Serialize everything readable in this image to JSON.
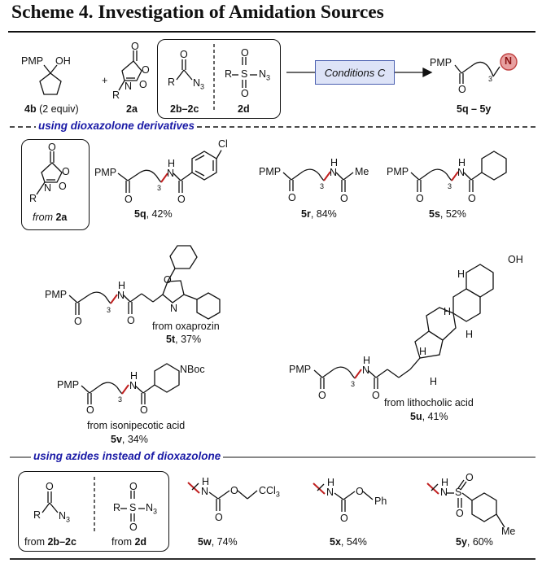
{
  "title": "Scheme 4. Investigation of Amidation Sources",
  "reaction": {
    "substrate_label": "4b",
    "substrate_note": "(2 equiv)",
    "dioxazolone_label": "2a",
    "plus": "+",
    "amide_azide_label": "2b–2c",
    "sulfonyl_azide_label": "2d",
    "conditions": "Conditions C",
    "product_range": "5q – 5y"
  },
  "sections": {
    "dioxazolone": "using dioxazolone derivatives",
    "azides": "using azides instead of dioxazolone"
  },
  "dioxazolone_box": {
    "from_label": "from",
    "compound": "2a"
  },
  "products": {
    "p5q": {
      "id": "5q",
      "yield": "42%"
    },
    "p5r": {
      "id": "5r",
      "yield": "84%"
    },
    "p5s": {
      "id": "5s",
      "yield": "52%"
    },
    "p5t": {
      "id": "5t",
      "yield": "37%",
      "source": "from oxaprozin"
    },
    "p5u": {
      "id": "5u",
      "yield": "41%",
      "source": "from lithocholic acid"
    },
    "p5v": {
      "id": "5v",
      "yield": "34%",
      "source": "from isonipecotic acid"
    },
    "p5w": {
      "id": "5w",
      "yield": "74%"
    },
    "p5x": {
      "id": "5x",
      "yield": "54%"
    },
    "p5y": {
      "id": "5y",
      "yield": "60%"
    }
  },
  "azide_box": {
    "left_label": "from",
    "left_compound": "2b–2c",
    "right_label": "from",
    "right_compound": "2d"
  },
  "atoms": {
    "PMP": "PMP",
    "OH": "OH",
    "O": "O",
    "N": "N",
    "H": "H",
    "R": "R",
    "S": "S",
    "N3": "N",
    "sub3": "3",
    "Cl": "Cl",
    "Me": "Me",
    "NBoc": "NBoc",
    "CCl3": "CCl",
    "Ph": "Ph",
    "N_badge": "N"
  }
}
